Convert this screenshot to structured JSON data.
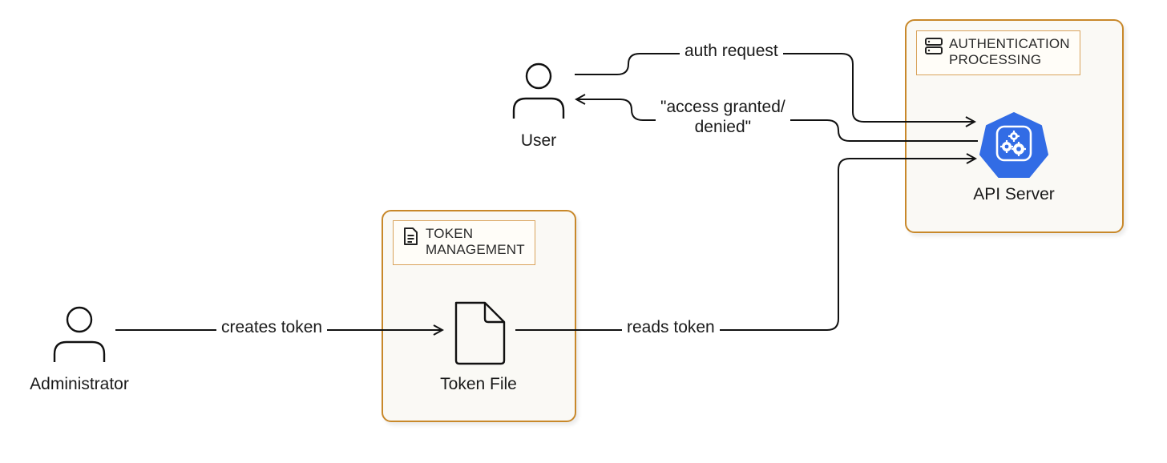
{
  "groups": {
    "authentication": {
      "label": "AUTHENTICATION\nPROCESSING",
      "icon": "server-icon",
      "border_color": "#c8882a"
    },
    "token": {
      "label": "TOKEN\nMANAGEMENT",
      "icon": "document-icon",
      "border_color": "#c8882a"
    }
  },
  "nodes": {
    "user": {
      "label": "User",
      "icon": "person-icon"
    },
    "administrator": {
      "label": "Administrator",
      "icon": "person-icon"
    },
    "api_server": {
      "label": "API Server",
      "icon": "kubernetes-api-icon",
      "color": "#326ce5"
    },
    "token_file": {
      "label": "Token File",
      "icon": "file-icon"
    }
  },
  "edges": {
    "auth_request": "auth request",
    "access_response": "\"access granted/\ndenied\"",
    "creates_token": "creates token",
    "reads_token": "reads token"
  }
}
